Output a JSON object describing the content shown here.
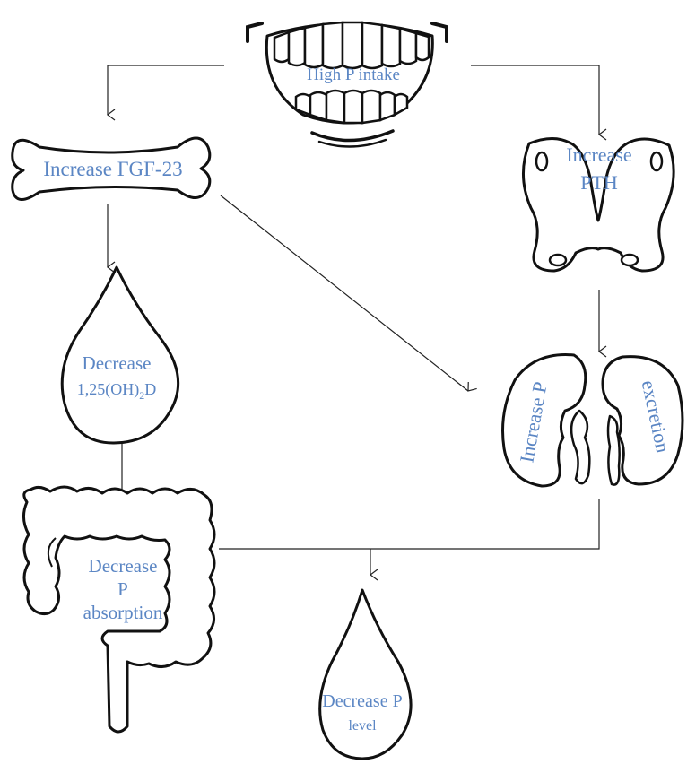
{
  "nodes": {
    "mouth": {
      "label": "High P intake",
      "icon": "mouth-icon"
    },
    "bone": {
      "label": "Increase FGF-23",
      "icon": "bone-icon"
    },
    "thyroid": {
      "label_line1": "Increase",
      "label_line2": "PTH",
      "icon": "parathyroid-gland-icon"
    },
    "drop_vitd": {
      "label_line1": "Decrease",
      "label_line2_prefix": "1,25(OH)",
      "label_line2_sub": "2",
      "label_line2_suffix": "D",
      "icon": "drop-icon"
    },
    "kidneys": {
      "label_left": "Increase P",
      "label_right": "excretion",
      "icon": "kidneys-icon"
    },
    "intestine": {
      "label_line1": "Decrease",
      "label_line2": "P",
      "label_line3": "absorption",
      "icon": "intestine-icon"
    },
    "drop_level": {
      "label_line1": "Decrease P",
      "label_line2": "level",
      "icon": "drop-icon"
    }
  },
  "colors": {
    "label": "#5b86c4",
    "stroke": "#111111",
    "connector": "#222222"
  }
}
